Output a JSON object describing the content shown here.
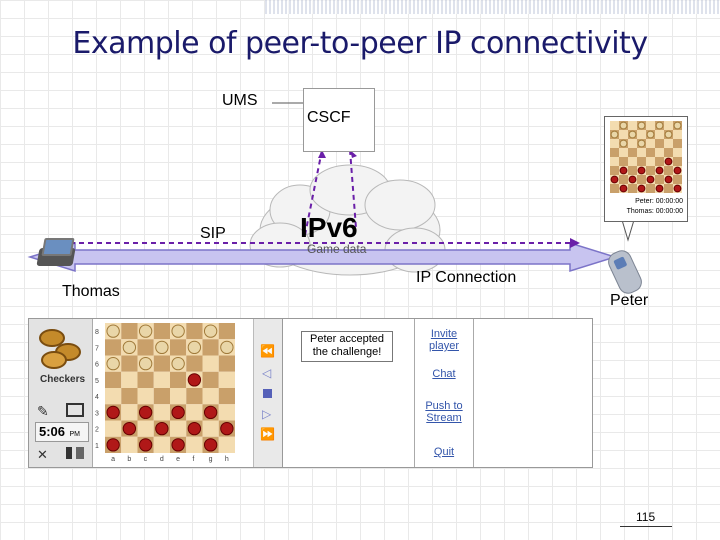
{
  "title": "Example of peer-to-peer IP connectivity",
  "nodes": {
    "ums": "UMS",
    "cscf": "CSCF",
    "ipv6": "IPv6",
    "game_data": "Game data",
    "sip": "SIP",
    "ip_connection": "IP Connection",
    "thomas": "Thomas",
    "peer": "Peter"
  },
  "peer_timer": {
    "line1": "Peter: 00:00:00",
    "line2": "Thomas: 00:00:00"
  },
  "app": {
    "name": "Checkers",
    "clock": "5:06",
    "clock_ampm": "PM",
    "board_ranks": [
      "8",
      "7",
      "6",
      "5",
      "4",
      "3",
      "2",
      "1"
    ],
    "board_files": [
      "a",
      "b",
      "c",
      "d",
      "e",
      "f",
      "g",
      "h"
    ],
    "message_line1": "Peter accepted",
    "message_line2": "the challenge!",
    "menu": [
      {
        "line1": "Invite",
        "line2": "player"
      },
      {
        "line1": "Chat",
        "line2": ""
      },
      {
        "line1": "Push to",
        "line2": "Stream"
      },
      {
        "line1": "Quit",
        "line2": ""
      }
    ],
    "nav_icons": [
      "first-icon",
      "prev-icon",
      "stop-icon",
      "next-icon",
      "last-icon"
    ]
  },
  "colors": {
    "title": "#1a1a6a",
    "arrow": "#8a80d0",
    "dashed": "#6a1fa8",
    "board_dark": "#c9a06a",
    "board_light": "#f3dcb0",
    "piece_red": "#b01818",
    "link": "#3355aa"
  },
  "page_number": "115"
}
